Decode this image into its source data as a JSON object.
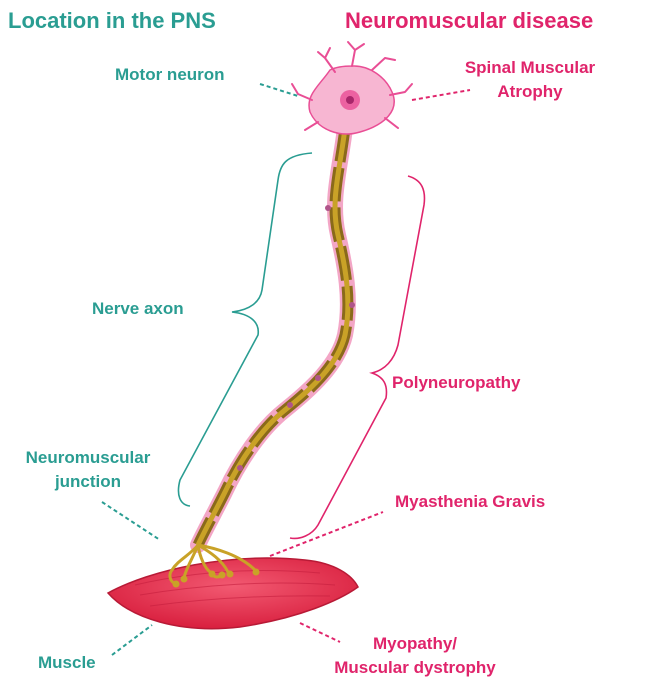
{
  "headers": {
    "location": "Location in the PNS",
    "disease": "Neuromuscular disease"
  },
  "locations": {
    "motor_neuron": "Motor neuron",
    "nerve_axon": "Nerve axon",
    "nmj_line1": "Neuromuscular",
    "nmj_line2": "junction",
    "muscle": "Muscle"
  },
  "diseases": {
    "sma_line1": "Spinal Muscular",
    "sma_line2": "Atrophy",
    "polyneuropathy": "Polyneuropathy",
    "myasthenia": "Myasthenia Gravis",
    "myopathy_line1": "Myopathy/",
    "myopathy_line2": "Muscular dystrophy"
  },
  "colors": {
    "location": "#2a9d92",
    "disease": "#e0246b",
    "muscle": "#e8344f",
    "axon_core": "#c9a227",
    "myelin": "#8a6a1a",
    "neuron": "#f07ab0"
  }
}
